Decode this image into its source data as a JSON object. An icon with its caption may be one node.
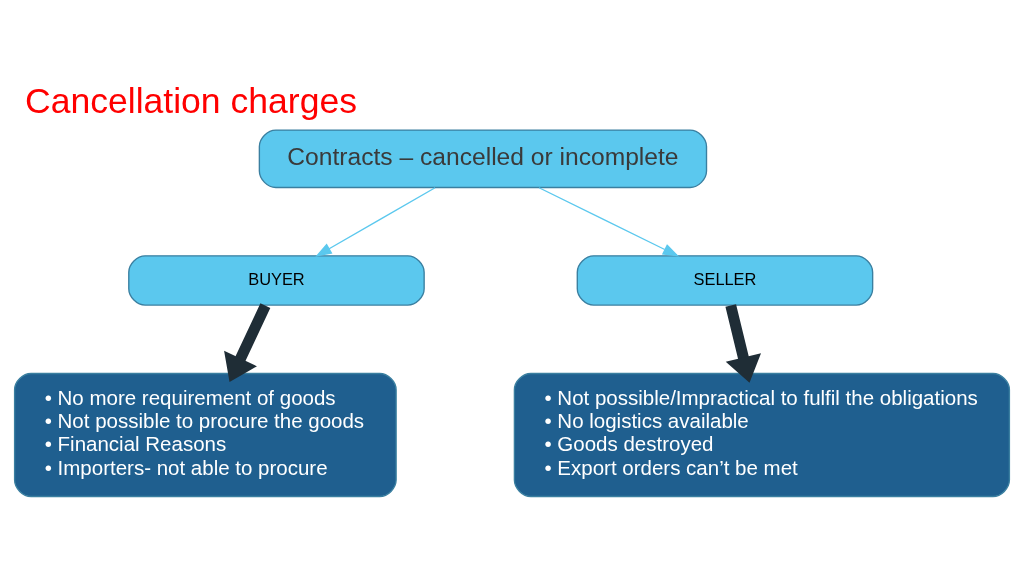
{
  "diagram": {
    "title": "Cancellation charges",
    "nodes": [
      {
        "text": [
          "Contracts – cancelled or incomplete"
        ]
      },
      {
        "text": [
          "BUYER"
        ]
      },
      {
        "text": [
          "SELLER"
        ]
      },
      {
        "text": [
          "• No more requirement of goods",
          "• Not possible to procure the goods",
          "• Financial Reasons",
          "• Importers- not able to procure"
        ]
      },
      {
        "text": [
          "• Not possible/Impractical to fulfil the obligations",
          "• No logistics available",
          "• Goods destroyed",
          "• Export orders can’t be met"
        ]
      }
    ],
    "edges": [
      {
        "from": 0,
        "to": 1,
        "arrow": "to"
      },
      {
        "from": 0,
        "to": 2,
        "arrow": "to"
      },
      {
        "from": 1,
        "to": 3,
        "arrow": "to",
        "style": "thick",
        "color": "#1f2d36"
      },
      {
        "from": 2,
        "to": 4,
        "arrow": "to",
        "style": "thick",
        "color": "#1f2d36"
      }
    ]
  }
}
